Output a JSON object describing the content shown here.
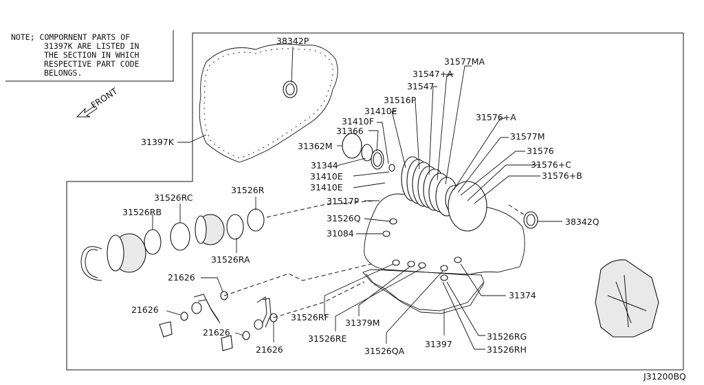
{
  "note": {
    "lines": [
      "NOTE; COMPORNENT PARTS OF",
      "31397K ARE LISTED IN",
      "THE SECTION IN WHICH",
      "RESPECTIVE PART CODE",
      "BELONGS."
    ]
  },
  "front_label": "FRONT",
  "diagram_code": "J31200BQ",
  "callouts": [
    "38342P",
    "31397K",
    "31577MA",
    "31547+A",
    "31547",
    "31516P",
    "31410E",
    "31410F",
    "31366",
    "31362M",
    "31344",
    "31410E",
    "31410E",
    "31576+A",
    "31577M",
    "31576",
    "31576+C",
    "31576+B",
    "31517P",
    "31526R",
    "31526RC",
    "31526RB",
    "31526Q",
    "31084",
    "38342Q",
    "31526RA",
    "21626",
    "21626",
    "21626",
    "21626",
    "31374",
    "31526RF",
    "31379M",
    "31526RE",
    "31526QA",
    "31397",
    "31526RG",
    "31526RH"
  ]
}
